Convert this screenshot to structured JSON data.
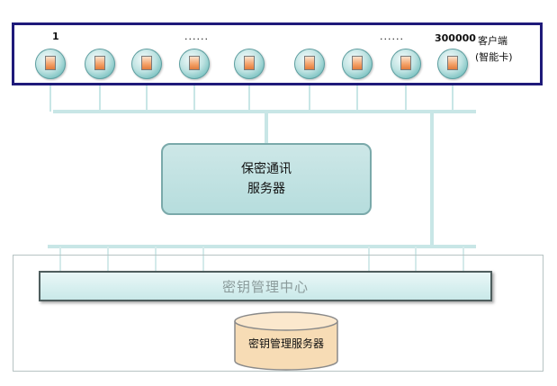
{
  "clients": {
    "first_index": "1",
    "ellipsis_left": "......",
    "ellipsis_right": "......",
    "last_index": "300000",
    "title": "客户端",
    "subtitle": "(智能卡)",
    "node_count": 9
  },
  "comm_server": {
    "line1": "保密通讯",
    "line2": "服务器"
  },
  "key_center": {
    "label": "密钥管理中心"
  },
  "key_server": {
    "label": "密钥管理服务器"
  },
  "colors": {
    "bus": "#c8e6e6",
    "border_dark": "#1f1a7a",
    "server_fill": "#b6dddd",
    "db_fill": "#f7dcb5"
  }
}
